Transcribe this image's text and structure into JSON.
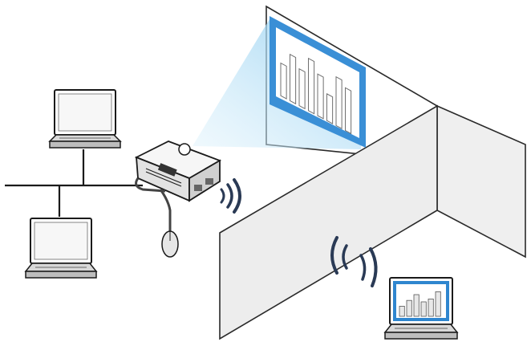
{
  "scene": {
    "description_free": true
  },
  "colors": {
    "line": "#1a1a1a",
    "wall": "#ededed",
    "wall_edge": "#2a2a2a",
    "screen_frame": "#3a8fd6",
    "beam": "#bfe3f7",
    "projector_body": "#f4f4f4",
    "laptop_screen": "#f7f7f7",
    "laptop_blue": "#2f86cf",
    "signal": "#2a3a55",
    "mouse": "#e6e6e6"
  },
  "wall_chart": {
    "bars": [
      0.55,
      0.78,
      0.62,
      0.88,
      0.7,
      0.45,
      0.82,
      0.72
    ]
  },
  "laptop_chart": {
    "bars": [
      0.35,
      0.55,
      0.75,
      0.5,
      0.6,
      0.85
    ]
  },
  "icons": [
    "laptop-icon",
    "projector-icon",
    "mouse-icon",
    "wifi-signal-icon",
    "projection-screen-icon"
  ]
}
